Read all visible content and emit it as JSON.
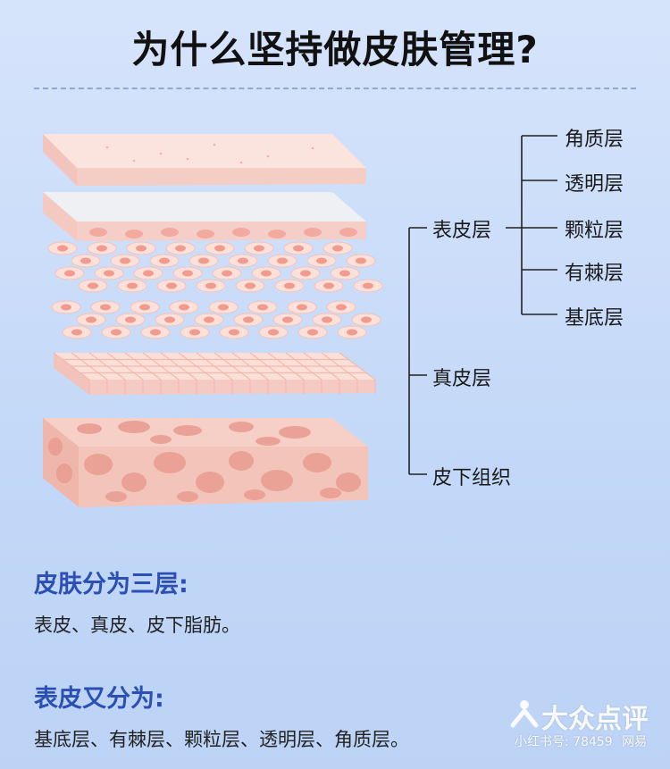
{
  "title": "为什么坚持做皮肤管理?",
  "tree": {
    "epidermis": "表皮层",
    "dermis": "真皮层",
    "subcutis": "皮下组织",
    "sublayers": [
      "角质层",
      "透明层",
      "颗粒层",
      "有棘层",
      "基底层"
    ]
  },
  "section1": {
    "heading": "皮肤分为三层:",
    "text": "表皮、真皮、皮下脂肪。"
  },
  "section2": {
    "heading": "表皮又分为:",
    "text": "基底层、有棘层、颗粒层、透明层、角质层。"
  },
  "watermark": {
    "brand": "大众点评",
    "handle": "小红书号: 78459",
    "suffix": "网易"
  },
  "colors": {
    "skin_light": "#f6d3cc",
    "skin_mid": "#f2b7ad",
    "cell_ring": "#fbe1da",
    "cell_nucleus": "#f19b8f",
    "heading_blue": "#2b4fb2",
    "line": "#222222"
  }
}
